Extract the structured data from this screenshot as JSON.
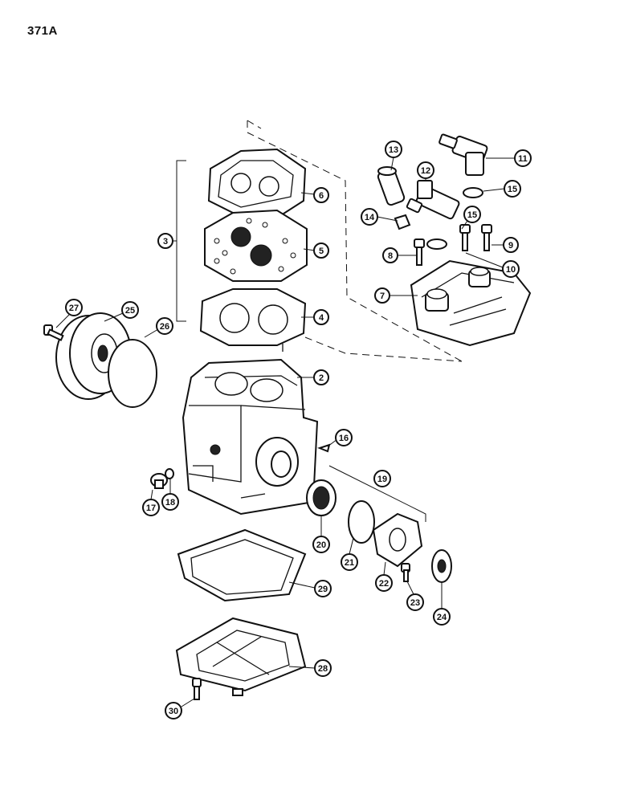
{
  "page_number": "371A",
  "callouts": [
    {
      "id": "2",
      "label": "2"
    },
    {
      "id": "3",
      "label": "3"
    },
    {
      "id": "4",
      "label": "4"
    },
    {
      "id": "5",
      "label": "5"
    },
    {
      "id": "6",
      "label": "6"
    },
    {
      "id": "7",
      "label": "7"
    },
    {
      "id": "8",
      "label": "8"
    },
    {
      "id": "9",
      "label": "9"
    },
    {
      "id": "10",
      "label": "10"
    },
    {
      "id": "11",
      "label": "11"
    },
    {
      "id": "12",
      "label": "12"
    },
    {
      "id": "13",
      "label": "13"
    },
    {
      "id": "14",
      "label": "14"
    },
    {
      "id": "15a",
      "label": "15"
    },
    {
      "id": "15b",
      "label": "15"
    },
    {
      "id": "16",
      "label": "16"
    },
    {
      "id": "17",
      "label": "17"
    },
    {
      "id": "18",
      "label": "18"
    },
    {
      "id": "19",
      "label": "19"
    },
    {
      "id": "20",
      "label": "20"
    },
    {
      "id": "21",
      "label": "21"
    },
    {
      "id": "22",
      "label": "22"
    },
    {
      "id": "23",
      "label": "23"
    },
    {
      "id": "24",
      "label": "24"
    },
    {
      "id": "25",
      "label": "25"
    },
    {
      "id": "26",
      "label": "26"
    },
    {
      "id": "27",
      "label": "27"
    },
    {
      "id": "28",
      "label": "28"
    },
    {
      "id": "29",
      "label": "29"
    },
    {
      "id": "30",
      "label": "30"
    }
  ]
}
